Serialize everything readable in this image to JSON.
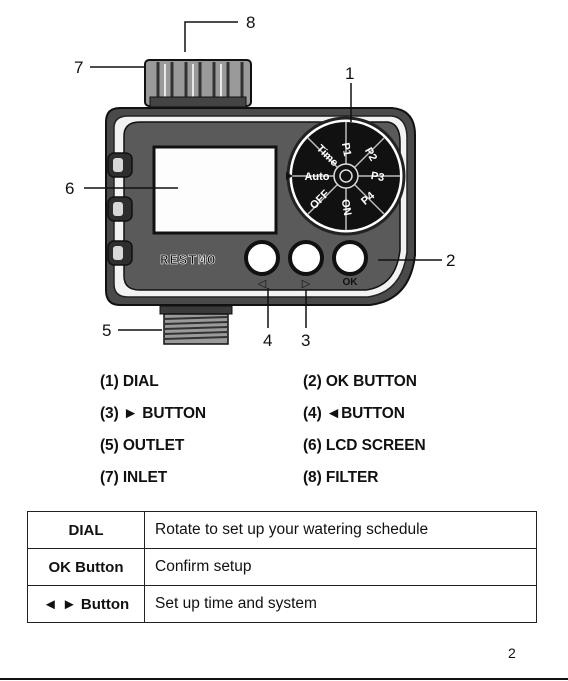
{
  "diagram": {
    "brand": "RESTMO",
    "callouts": [
      "1",
      "2",
      "3",
      "4",
      "5",
      "6",
      "7",
      "8"
    ],
    "dial_labels": [
      "P1",
      "P2",
      "P3",
      "P4",
      "ON",
      "OFF",
      "Auto",
      "Time"
    ],
    "ok_label": "OK",
    "left_arrow_label": "◁",
    "right_arrow_label": "▷"
  },
  "parts_list": [
    "(1) DIAL",
    "(2) OK BUTTON",
    "(3) ► BUTTON",
    "(4) ◄BUTTON",
    "(5) OUTLET",
    "(6) LCD SCREEN",
    "(7) INLET",
    "(8) FILTER"
  ],
  "table": [
    {
      "key": "DIAL",
      "value": "Rotate to set up your watering schedule"
    },
    {
      "key": "OK Button",
      "value": "Confirm setup"
    },
    {
      "key": "◄ ► Button",
      "value": "Set up time and system"
    }
  ],
  "page_number": "2"
}
